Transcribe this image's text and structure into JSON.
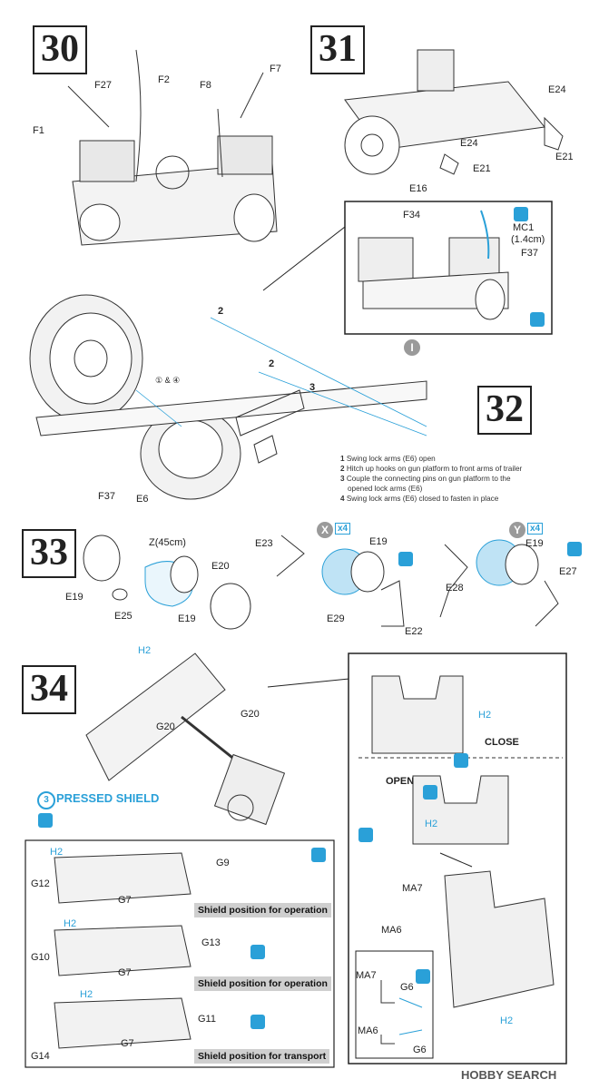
{
  "steps": {
    "s30": "30",
    "s31": "31",
    "s32": "32",
    "s33": "33",
    "s34": "34"
  },
  "step30_labels": {
    "f27": "F27",
    "f2": "F2",
    "f8": "F8",
    "f7": "F7",
    "f1": "F1"
  },
  "step31_labels": {
    "e24a": "E24",
    "e24b": "E24",
    "e21a": "E21",
    "e21b": "E21",
    "e16": "E16"
  },
  "inset31": {
    "f34": "F34",
    "mc1": "MC1",
    "mc1_len": "(1.4cm)",
    "f37": "F37"
  },
  "step32": {
    "badge": "I",
    "callout_2a": "2",
    "callout_2b": "2",
    "callout_3": "3",
    "callout_14": "① & ④",
    "f37": "F37",
    "e6": "E6",
    "notes": [
      {
        "num": "1",
        "text": "Swing lock arms (E6) open"
      },
      {
        "num": "2",
        "text": "Hitch up hooks on gun platform to front arms of trailer"
      },
      {
        "num": "3",
        "text": "Couple the connecting pins on gun platform to the"
      },
      {
        "num": "",
        "text": "opened lock arms (E6)"
      },
      {
        "num": "4",
        "text": "Swing lock arms (E6) closed to fasten in place"
      }
    ]
  },
  "step33": {
    "z": "Z(45cm)",
    "e20": "E20",
    "e19a": "E19",
    "e25": "E25",
    "e19b": "E19",
    "x": "X",
    "x4a": "x4",
    "y": "Y",
    "x4b": "x4",
    "e23": "E23",
    "e19c": "E19",
    "e29": "E29",
    "e22": "E22",
    "e19d": "E19",
    "e28": "E28",
    "e27": "E27"
  },
  "step34": {
    "h2a": "H2",
    "g20a": "G20",
    "g20b": "G20",
    "pressed_num": "3",
    "pressed_shield": "PRESSED SHIELD",
    "inset": {
      "h2a": "H2",
      "close": "CLOSE",
      "open": "OPEN",
      "h2b": "H2",
      "ma7a": "MA7",
      "ma6a": "MA6",
      "h2c": "H2",
      "ma7b": "MA7",
      "g6a": "G6",
      "ma6b": "MA6",
      "g6b": "G6"
    },
    "shield_box": {
      "h2a": "H2",
      "g9": "G9",
      "g12": "G12",
      "g7a": "G7",
      "cap1": "Shield position for operation",
      "h2b": "H2",
      "g13": "G13",
      "g10": "G10",
      "g7b": "G7",
      "cap2": "Shield position for operation",
      "h2c": "H2",
      "g11": "G11",
      "g14": "G14",
      "g7c": "G7",
      "cap3": "Shield position for transport"
    }
  },
  "watermark": {
    "brand": "HOBBY SEARCH"
  },
  "colors": {
    "accent": "#2aa0d8",
    "line": "#222222",
    "caption_bg": "#cfcfcf"
  }
}
